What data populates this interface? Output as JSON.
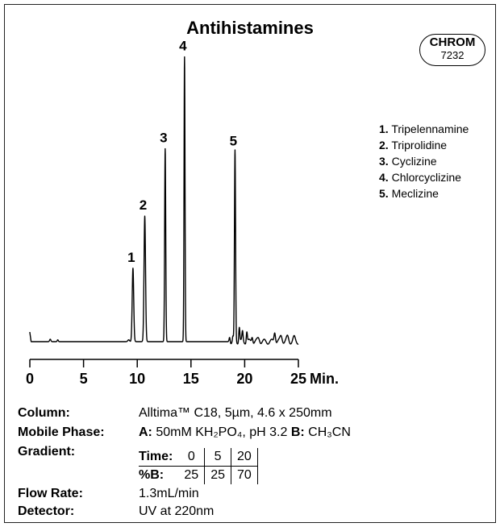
{
  "badge": {
    "line1": "CHROM",
    "line2": "7232"
  },
  "chart_data": {
    "type": "line",
    "title": "Antihistamines",
    "xlabel": "Min.",
    "xlim": [
      0,
      25
    ],
    "x_ticks": [
      0,
      5,
      10,
      15,
      20,
      25
    ],
    "ylim": [
      0,
      1
    ],
    "peaks": [
      {
        "label": "1",
        "time": 9.6,
        "height": 0.24
      },
      {
        "label": "2",
        "time": 10.7,
        "height": 0.41
      },
      {
        "label": "3",
        "time": 12.6,
        "height": 0.63
      },
      {
        "label": "4",
        "time": 14.4,
        "height": 0.93
      },
      {
        "label": "5",
        "time": 19.1,
        "height": 0.62
      }
    ]
  },
  "legend": [
    {
      "num": "1.",
      "name": "Tripelennamine"
    },
    {
      "num": "2.",
      "name": "Triprolidine"
    },
    {
      "num": "3.",
      "name": "Cyclizine"
    },
    {
      "num": "4.",
      "name": "Chlorcyclizine"
    },
    {
      "num": "5.",
      "name": "Meclizine"
    }
  ],
  "conditions": {
    "column_label": "Column:",
    "column_value": "Alltima™ C18, 5µm, 4.6 x 250mm",
    "mobile_label": "Mobile Phase:",
    "mobile_a_label": "A:",
    "mobile_a_value": "50mM KH₂PO₄, pH 3.2",
    "mobile_b_label": "B:",
    "mobile_b_value": "CH₃CN",
    "gradient_label": "Gradient:",
    "gradient_time_label": "Time:",
    "gradient_times": [
      "0",
      "5",
      "20"
    ],
    "gradient_b_label": "%B:",
    "gradient_b": [
      "25",
      "25",
      "70"
    ],
    "flow_label": "Flow Rate:",
    "flow_value": "1.3mL/min",
    "detector_label": "Detector:",
    "detector_value": "UV at 220nm"
  }
}
